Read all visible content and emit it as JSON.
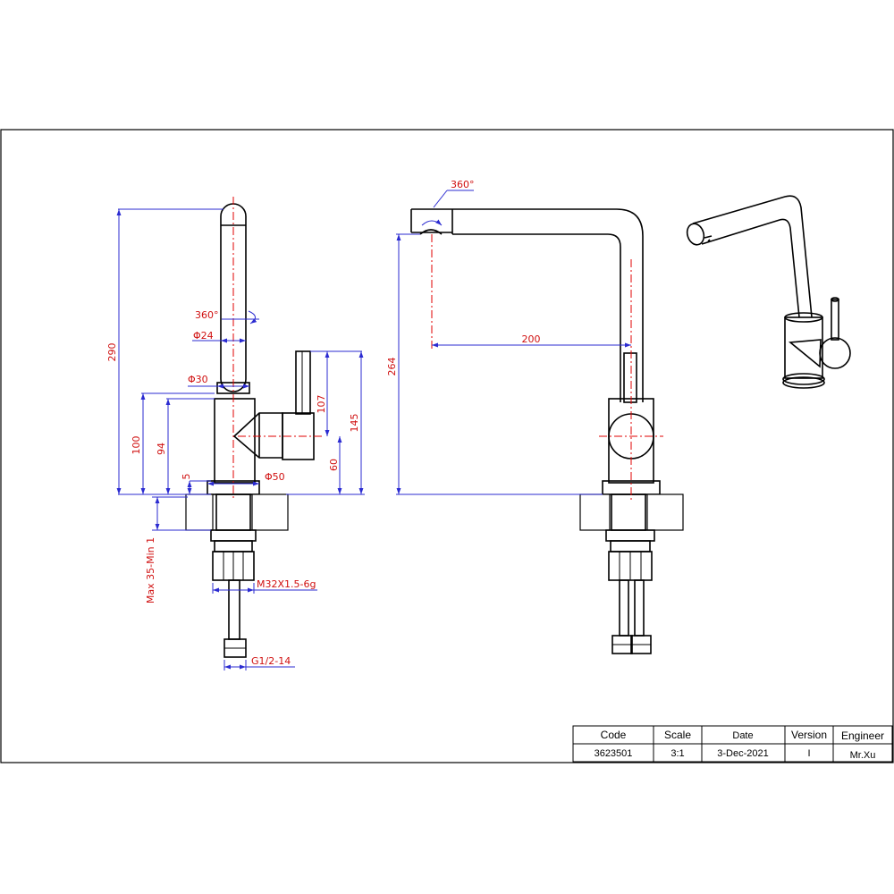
{
  "front_view": {
    "dims": {
      "height_total": "290",
      "spout_rotation": "360°",
      "spout_diameter": "Φ24",
      "collar_diameter": "Φ30",
      "body_height": "100",
      "body_inner_height": "94",
      "base_gap": "5",
      "lever_height": "107",
      "lever_total": "145",
      "lever_axis": "60",
      "base_diameter": "Φ50",
      "deck_thickness": "Max 35-Min 1",
      "mount_thread": "M32X1.5-6g",
      "hose_thread": "G1/2-14"
    }
  },
  "side_view": {
    "dims": {
      "spout_rotation": "360°",
      "height": "264",
      "reach": "200"
    }
  },
  "title_block": {
    "headers": [
      "Code",
      "Scale",
      "Date",
      "Version",
      "Engineer"
    ],
    "values": [
      "3623501",
      "3:1",
      "3-Dec-2021",
      "I",
      "Mr.Xu"
    ]
  },
  "colors": {
    "dimension_text": "#d01010",
    "dimension_line": "#2b2bd1",
    "center_line": "#e00000",
    "outline": "#000000"
  }
}
